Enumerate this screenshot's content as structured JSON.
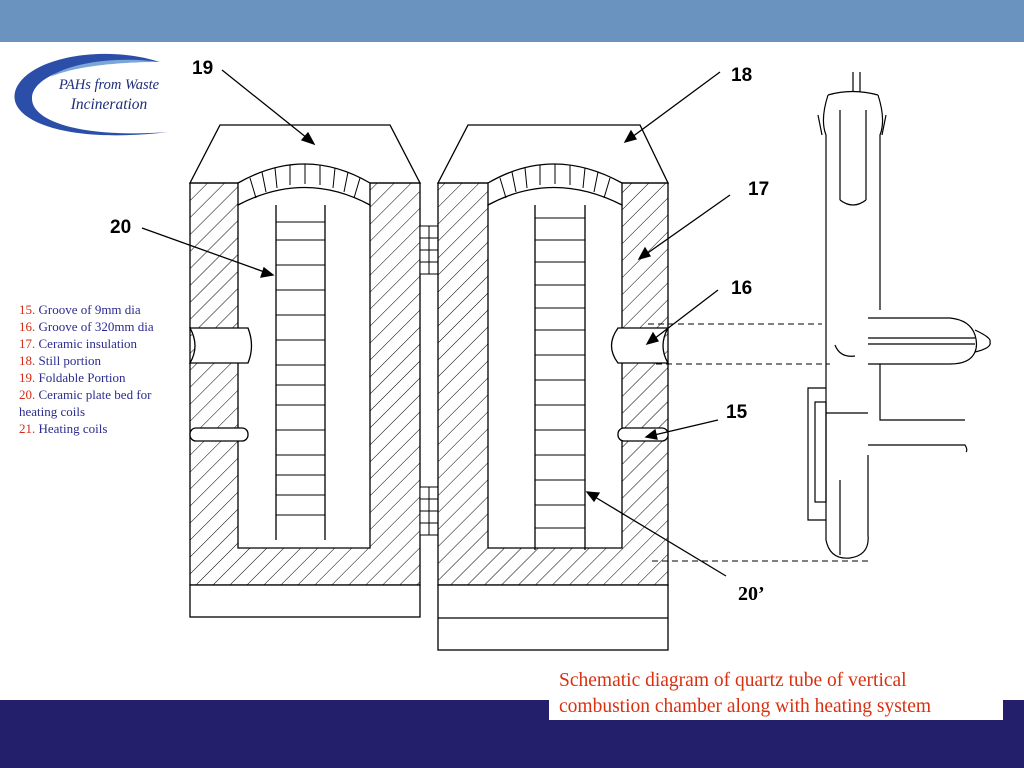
{
  "logo": {
    "line1": "PAHs from Waste",
    "line2": "Incineration"
  },
  "legend": [
    {
      "num": "15.",
      "text": " Groove of 9mm dia"
    },
    {
      "num": "16.",
      "text": " Groove of 320mm dia"
    },
    {
      "num": "17.",
      "text": " Ceramic insulation"
    },
    {
      "num": "18.",
      "text": " Still portion"
    },
    {
      "num": "19.",
      "text": " Foldable Portion"
    },
    {
      "num": "20.",
      "text": " Ceramic plate bed for heating coils"
    },
    {
      "num": "21.",
      "text": "  Heating coils"
    }
  ],
  "callouts": {
    "c19": "19",
    "c18": "18",
    "c17": "17",
    "c16": "16",
    "c15": "15",
    "c20": "20",
    "c20p": "20’"
  },
  "caption": "Schematic diagram of quartz tube of vertical combustion chamber along with heating system",
  "colors": {
    "topbar": "#6a94bf",
    "bottombar": "#241f6b",
    "legend_number": "#d42a16",
    "legend_text": "#2c2c90",
    "caption": "#d9300f"
  }
}
